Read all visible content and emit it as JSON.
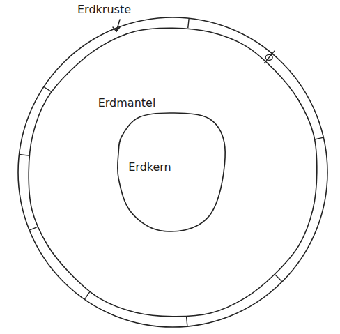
{
  "diagram": {
    "nodes": [
      {
        "text": [
          "Erdkruste"
        ]
      },
      {
        "text": [
          "Erdmantel"
        ],
        "in": 0
      },
      {
        "text": [
          "Erdkern"
        ],
        "in": 1
      }
    ]
  }
}
